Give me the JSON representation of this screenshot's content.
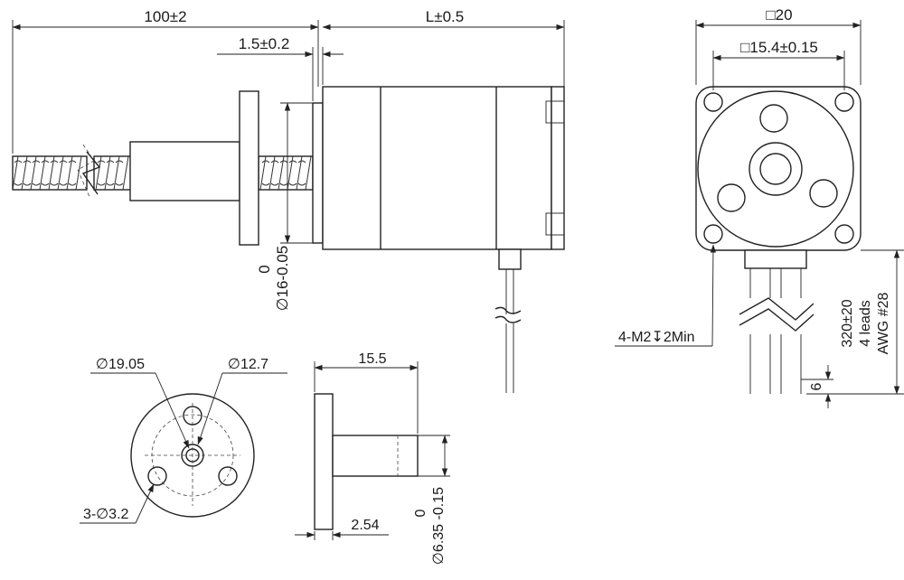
{
  "drawing": {
    "side_view": {
      "screw_length": "100±2",
      "motor_length": "L±0.5",
      "pilot_height": "1.5±0.2",
      "pilot_diameter_tol_upper": "0",
      "pilot_diameter": "∅16-0.05"
    },
    "front_view": {
      "frame_size": "□20",
      "hole_spacing": "□15.4±0.15",
      "mount_holes": "4-M2↧2Min",
      "lead_length": "320±20",
      "lead_count": "4 leads",
      "lead_gauge": "AWG #28",
      "strip_length": "6"
    },
    "nut_front_view": {
      "flange_diameter": "∅19.05",
      "bolt_circle_diameter": "∅12.7",
      "bolt_holes": "3-∅3.2"
    },
    "nut_side_view": {
      "nut_length": "15.5",
      "flange_thickness": "2.54",
      "bore_tol_upper": "0",
      "bore_diameter": "∅6.35 -0.15"
    }
  }
}
